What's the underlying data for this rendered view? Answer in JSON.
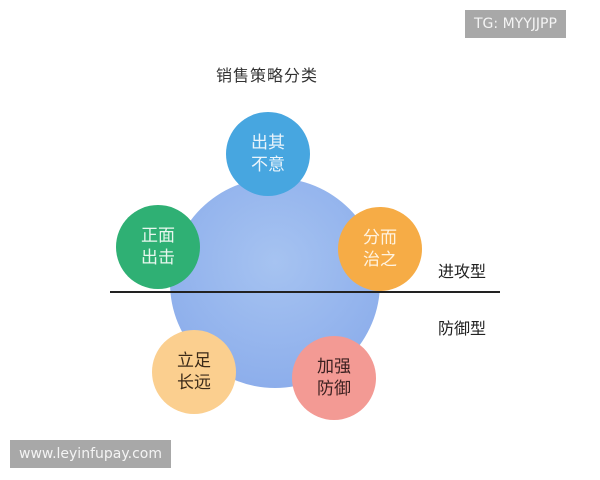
{
  "title": "销售策略分类",
  "nodes": [
    {
      "line1": "出其",
      "line2": "不意",
      "color": "#47a6e0"
    },
    {
      "line1": "正面",
      "line2": "出击",
      "color": "#2fb074"
    },
    {
      "line1": "分而",
      "line2": "治之",
      "color": "#f6ac46"
    },
    {
      "line1": "立足",
      "line2": "长远",
      "color": "#fbcf8f"
    },
    {
      "line1": "加强",
      "line2": "防御",
      "color": "#f39a94"
    }
  ],
  "center_color": "#8fb0ec",
  "labels": {
    "offensive": "进攻型",
    "defensive": "防御型"
  },
  "watermarks": {
    "top_right": "TG: MYYJJPP",
    "bottom_left": "www.leyinfupay.com"
  }
}
